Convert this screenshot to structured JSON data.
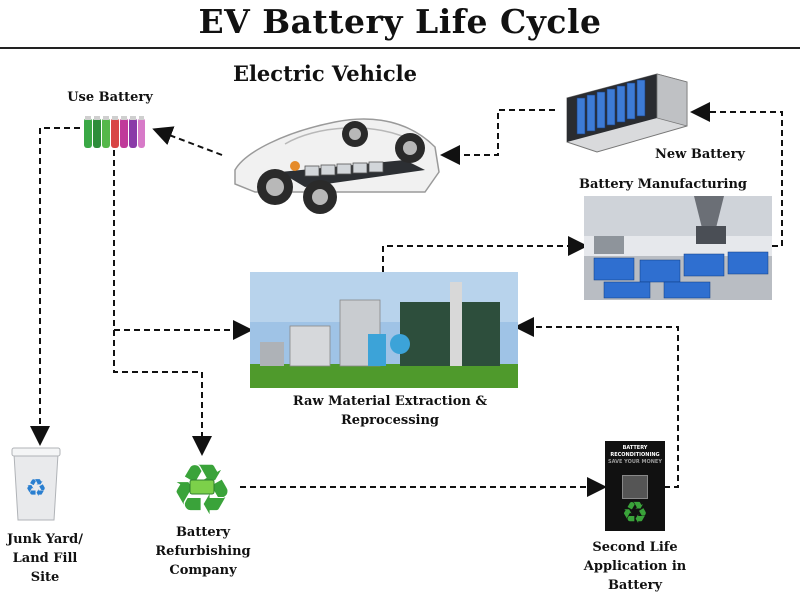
{
  "title": "EV Battery Life Cycle",
  "nodes": {
    "electric_vehicle": "Electric Vehicle",
    "use_battery": "Use Battery",
    "new_battery": "New Battery",
    "battery_manufacturing": "Battery Manufacturing",
    "raw_material": [
      "Raw Material Extraction &",
      "Reprocessing"
    ],
    "junk_yard": [
      "Junk Yard/",
      "Land Fill",
      "Site"
    ],
    "refurbishing": [
      "Battery",
      "Refurbishing",
      "Company"
    ],
    "second_life": [
      "Second Life",
      "Application in",
      "Battery"
    ],
    "poster_text": [
      "BATTERY",
      "RECONDITIONING",
      "SAVE YOUR MONEY"
    ]
  },
  "colors": {
    "arrow": "#111111",
    "cell_blue": "#2f6fd0",
    "recycle_green": "#3aa33a",
    "grass": "#4f9a2c"
  }
}
